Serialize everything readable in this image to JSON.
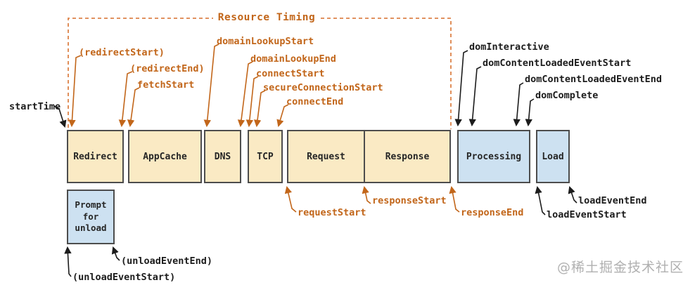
{
  "diagram": {
    "title": "Resource Timing",
    "phases": [
      {
        "label": "Redirect",
        "fill": "#faeac4"
      },
      {
        "label": "AppCache",
        "fill": "#faeac4"
      },
      {
        "label": "DNS",
        "fill": "#faeac4"
      },
      {
        "label": "TCP",
        "fill": "#faeac4"
      },
      {
        "label": "Request",
        "fill": "#faeac4"
      },
      {
        "label": "Response",
        "fill": "#faeac4"
      },
      {
        "label": "Processing",
        "fill": "#cde1f1"
      },
      {
        "label": "Load",
        "fill": "#cde1f1"
      }
    ],
    "prompt_box": {
      "text": "Prompt\nfor\nunload"
    },
    "events": {
      "startTime": "startTime",
      "redirectStart": "(redirectStart)",
      "redirectEnd": "(redirectEnd)",
      "fetchStart": "fetchStart",
      "domainLookupStart": "domainLookupStart",
      "domainLookupEnd": "domainLookupEnd",
      "connectStart": "connectStart",
      "secureConnectionStart": "secureConnectionStart",
      "connectEnd": "connectEnd",
      "requestStart": "requestStart",
      "responseStart": "responseStart",
      "responseEnd": "responseEnd",
      "domInteractive": "domInteractive",
      "domContentLoadedEventStart": "domContentLoadedEventStart",
      "domContentLoadedEventEnd": "domContentLoadedEventEnd",
      "domComplete": "domComplete",
      "loadEventStart": "loadEventStart",
      "loadEventEnd": "loadEventEnd",
      "unloadEventStart": "(unloadEventStart)",
      "unloadEventEnd": "(unloadEventEnd)"
    },
    "watermark": "@稀土掘金技术社区",
    "colors": {
      "accent_orange": "#c2661a",
      "bracket_orange": "#dd8349",
      "label_black": "#1c1c1c",
      "phase_fill_cream": "#faeac4",
      "phase_fill_blue": "#cde1f1",
      "box_border": "#4d4d4d",
      "watermark_gray": "#b0b0b0"
    }
  }
}
